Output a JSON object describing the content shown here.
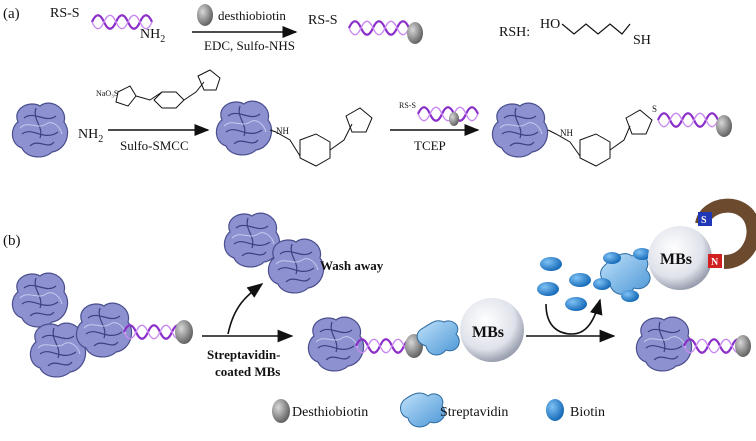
{
  "panel_a": {
    "label": "(a)",
    "rs_s_1": "RS-S",
    "nh2_1": "NH",
    "nh2_1_sub": "2",
    "arrow1_top": "desthiobiotin",
    "arrow1_bottom": "EDC, Sulfo-NHS",
    "rs_s_2": "RS-S",
    "rsh_label": "RSH:",
    "rsh_ho": "HO",
    "rsh_sh": "SH",
    "nh2_2": "NH",
    "nh2_2_sub": "2",
    "naso3": "NaO₃S",
    "arrow2_bottom": "Sulfo-SMCC",
    "nh_amide": "NH",
    "rs_s_3": "RS-S",
    "arrow3_bottom": "TCEP",
    "nh_amide2": "NH",
    "s_link": "S"
  },
  "panel_b": {
    "label": "(b)",
    "wash_away": "Wash away",
    "strep_label_1": "Streptavidin-",
    "strep_label_2": "coated MBs",
    "mbs_1": "MBs",
    "mbs_2": "MBs",
    "magnet_s": "S",
    "magnet_n": "N"
  },
  "legend": {
    "desthiobiotin": "Desthiobiotin",
    "streptavidin": "Streptavidin",
    "biotin": "Biotin"
  },
  "colors": {
    "protein": "#7b7fc4",
    "dna": "#8b2fc9",
    "mb": "#e6e8f0",
    "streptavidin": "#5aa9e6",
    "biotin": "#1f7fd0",
    "desthiobiotin": "#8c8c8c"
  }
}
